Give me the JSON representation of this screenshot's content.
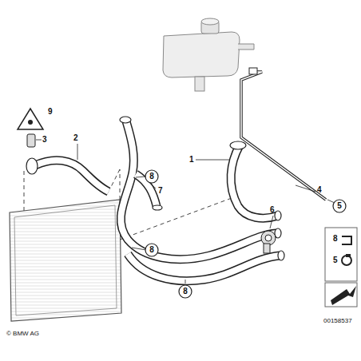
{
  "diagram": {
    "nodes": [
      {
        "text": [
          "8"
        ]
      },
      {
        "text": [
          "5"
        ]
      },
      {
        "text": [
          "8",
          "5"
        ]
      },
      {
        "text": [
          "8"
        ]
      },
      {
        "text": [
          "8"
        ]
      }
    ],
    "edges": [],
    "labels": [
      "9",
      "3",
      "2",
      "1",
      "7",
      "4",
      "6",
      "© BMW AG",
      "00158537"
    ]
  }
}
